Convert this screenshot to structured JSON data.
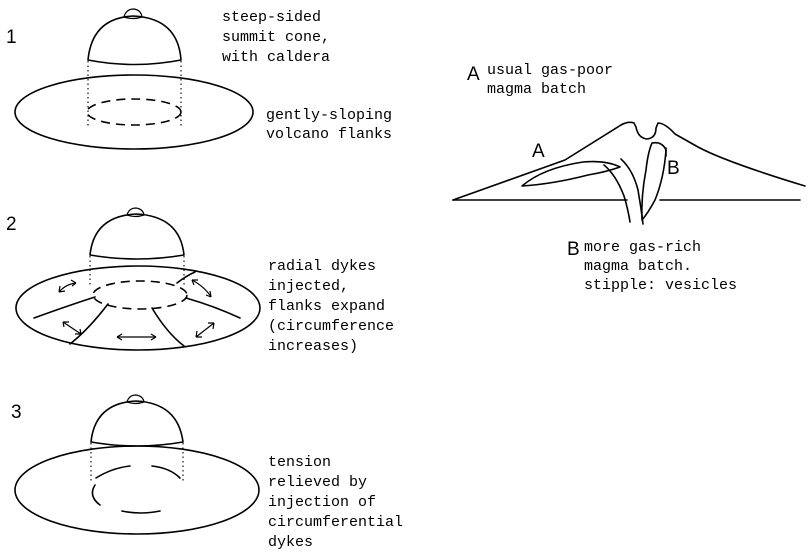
{
  "panels": [
    {
      "number": "1",
      "label_top": [
        "steep-sided",
        "summit cone,",
        "with caldera"
      ],
      "label_side": [
        "gently-sloping",
        "volcano flanks"
      ]
    },
    {
      "number": "2",
      "label_side": [
        "radial dykes",
        "injected,",
        "flanks expand",
        "(circumference",
        "increases)"
      ]
    },
    {
      "number": "3",
      "label_side": [
        "tension",
        "relieved by",
        "injection of",
        "circumferential",
        "dykes"
      ]
    }
  ],
  "cross_section": {
    "letter_a": "A",
    "letter_b": "B",
    "key_a": {
      "letter": "A",
      "lines": [
        "usual gas-poor",
        "magma batch"
      ]
    },
    "key_b": {
      "letter": "B",
      "lines": [
        "more gas-rich",
        "magma batch.",
        "stipple: vesicles"
      ]
    }
  }
}
